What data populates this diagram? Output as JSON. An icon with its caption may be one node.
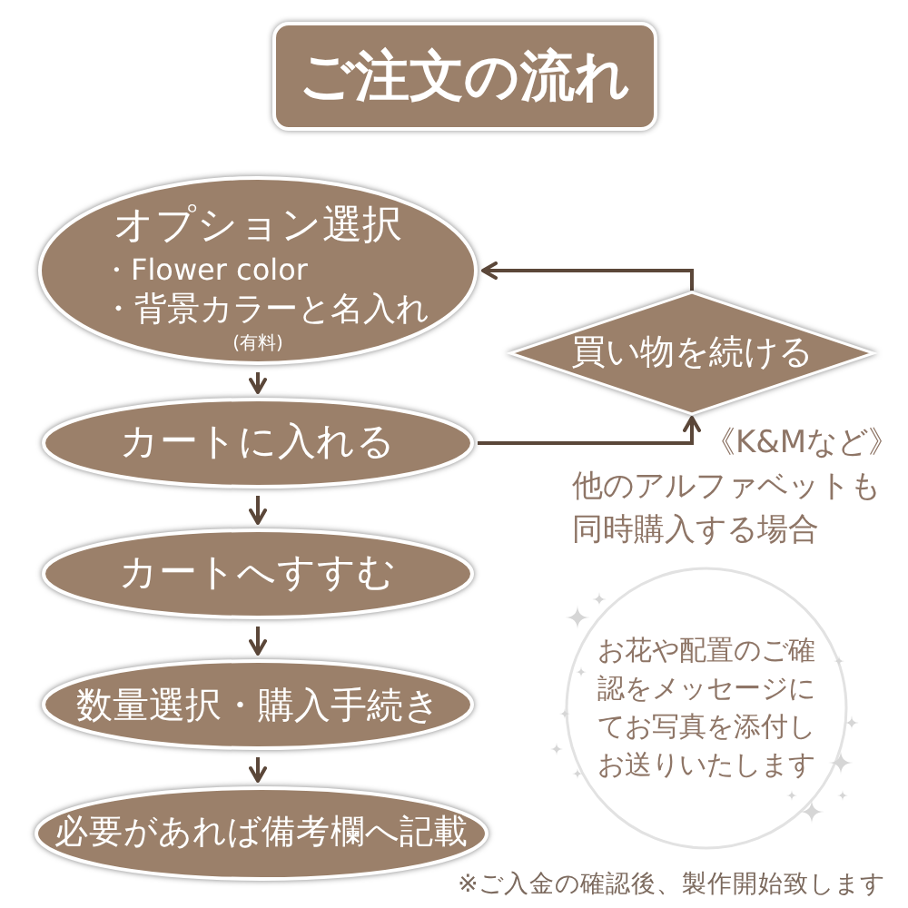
{
  "diagram": {
    "title": "ご注文の流れ",
    "nodes": [
      {
        "text": [
          "オプション選択",
          "・Flower color",
          "・背景カラーと名入れ",
          "(有料)"
        ]
      },
      {
        "text": [
          "カートに入れる"
        ]
      },
      {
        "text": [
          "カートへすすむ"
        ]
      },
      {
        "text": [
          "数量選択・購入手続き"
        ]
      },
      {
        "text": [
          "必要があれば備考欄へ記載"
        ]
      },
      {
        "text": [
          "買い物を続ける"
        ]
      },
      {
        "text": [
          "お花や配置のご確認をメッセージにてお写真を添付しお送りいたします"
        ]
      }
    ],
    "edges": [
      {
        "from": 0,
        "to": 1,
        "arrow": "to"
      },
      {
        "from": 1,
        "to": 2,
        "arrow": "to"
      },
      {
        "from": 2,
        "to": 3,
        "arrow": "to"
      },
      {
        "from": 3,
        "to": 4,
        "arrow": "to"
      },
      {
        "from": 1,
        "to": 5,
        "arrow": "to",
        "label": "《K&Mなど》他のアルファベットも同時購入する場合"
      },
      {
        "from": 5,
        "to": 0,
        "arrow": "to"
      }
    ],
    "labels": [
      "※ご入金の確認後、製作開始致します"
    ]
  }
}
